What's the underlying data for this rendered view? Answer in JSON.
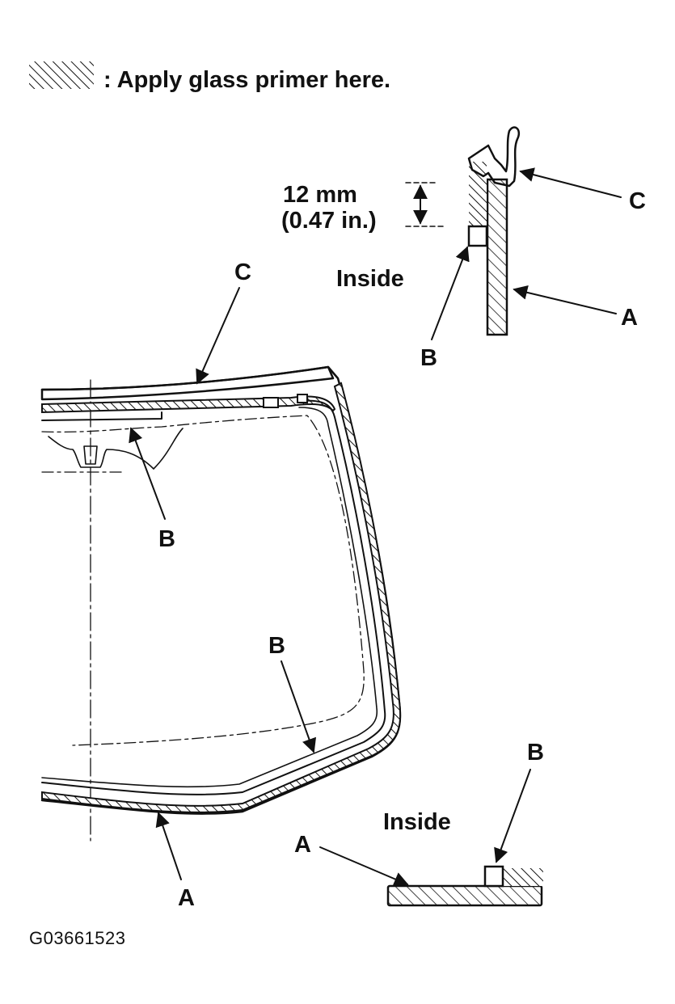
{
  "legend": {
    "text": ": Apply glass primer here."
  },
  "dimension": {
    "mm": "12 mm",
    "inch": "(0.47 in.)"
  },
  "labels": {
    "inside_top": "Inside",
    "inside_bottom": "Inside",
    "a": "A",
    "b": "B",
    "c": "C"
  },
  "figure_code": "G03661523",
  "colors": {
    "ink": "#111111",
    "paper": "#ffffff"
  }
}
